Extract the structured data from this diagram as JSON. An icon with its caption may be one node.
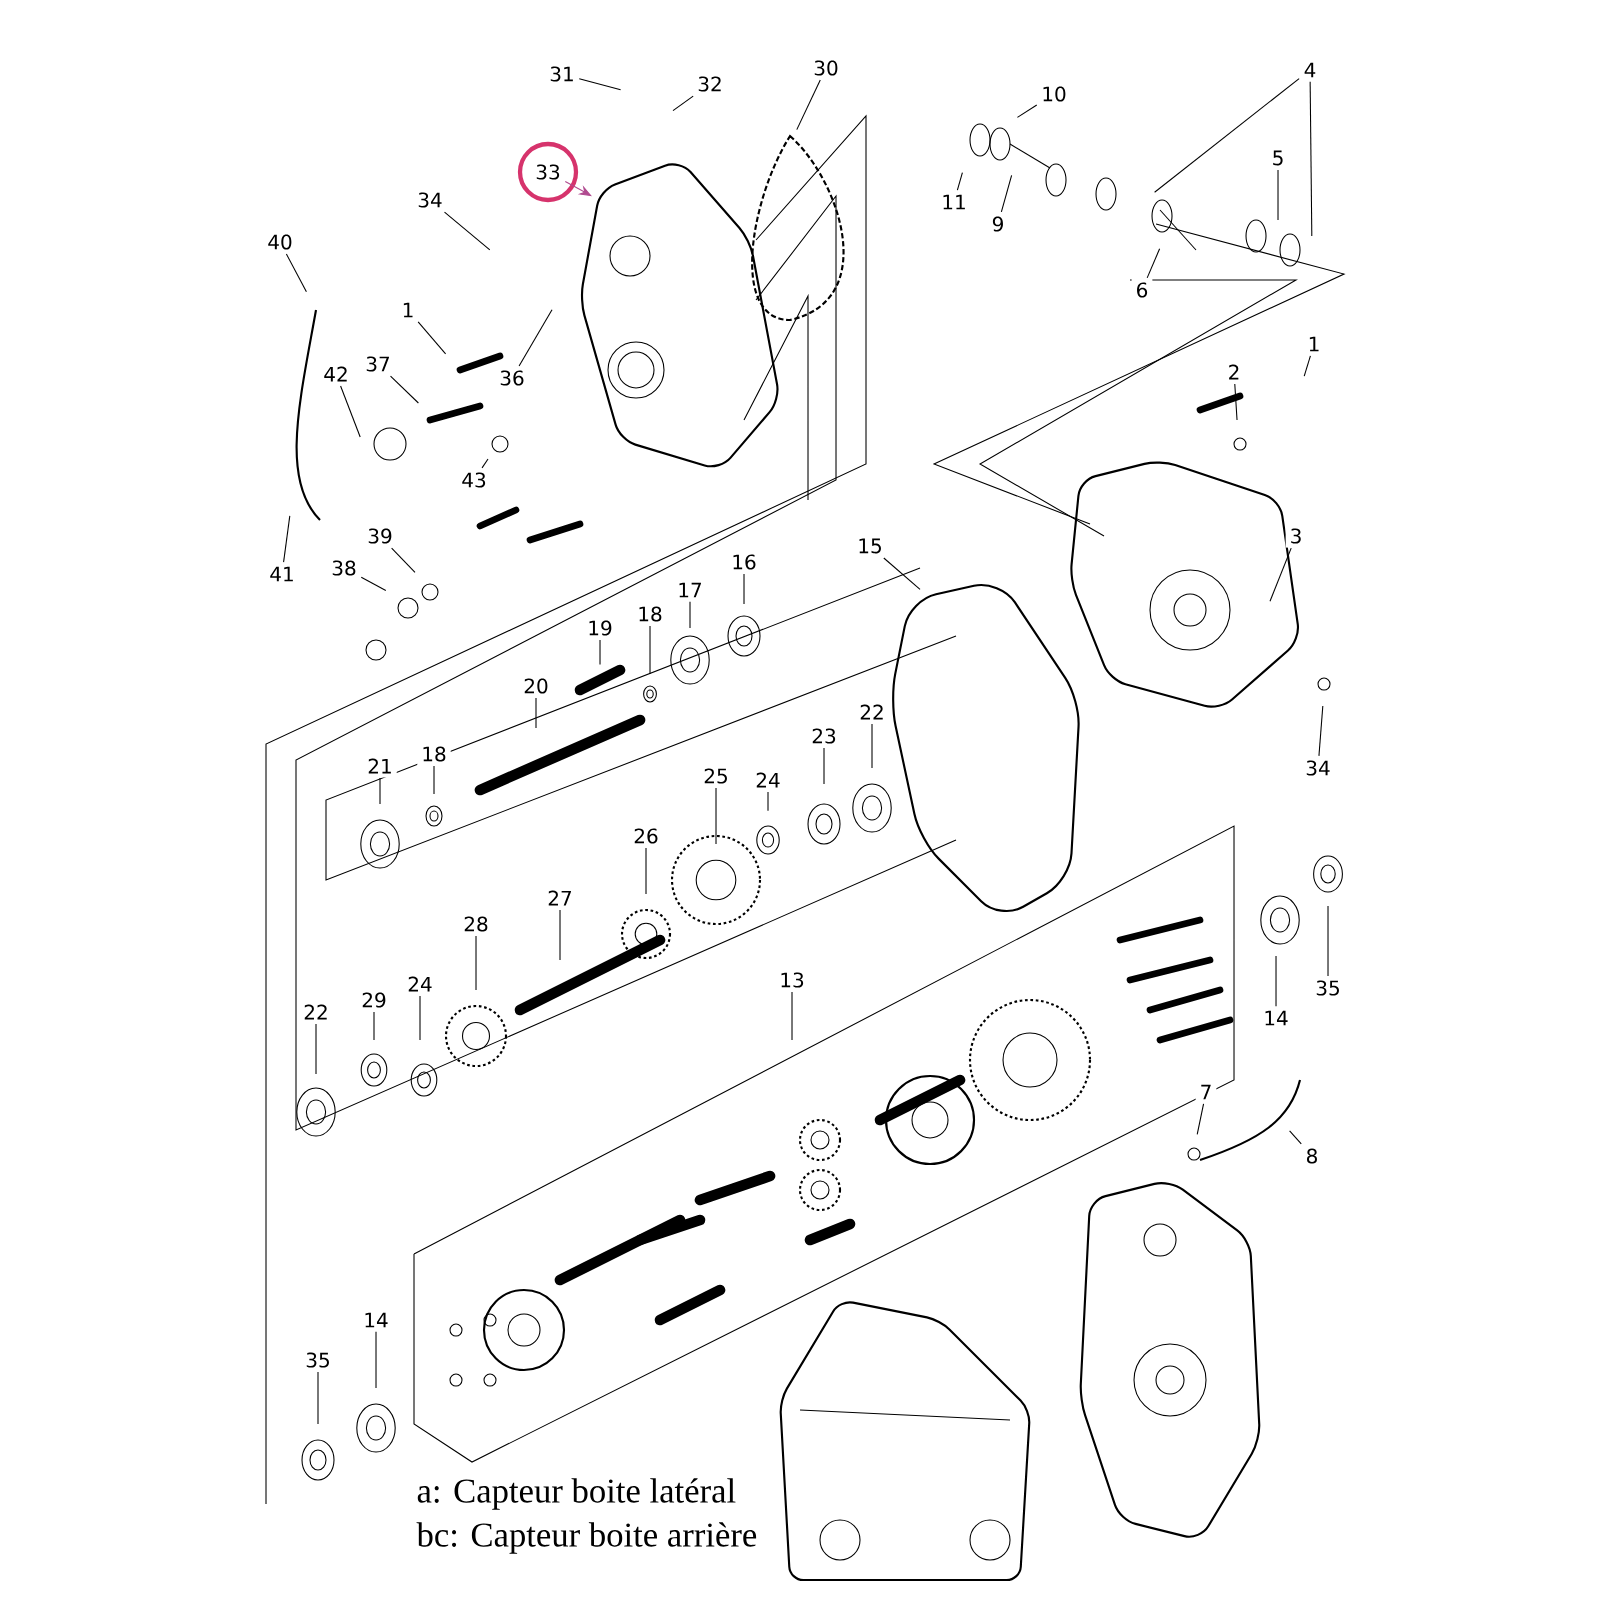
{
  "diagram": {
    "nodes": [
      {
        "text": [
          "31"
        ]
      },
      {
        "text": [
          "32"
        ]
      },
      {
        "text": [
          "30"
        ]
      },
      {
        "text": [
          "10"
        ]
      },
      {
        "text": [
          "4"
        ]
      },
      {
        "text": [
          "33"
        ]
      },
      {
        "text": [
          "11"
        ]
      },
      {
        "text": [
          "5"
        ]
      },
      {
        "text": [
          "9"
        ]
      },
      {
        "text": [
          "34"
        ]
      },
      {
        "text": [
          "6"
        ]
      },
      {
        "text": [
          "40"
        ]
      },
      {
        "text": [
          "36"
        ]
      },
      {
        "text": [
          "1"
        ]
      },
      {
        "text": [
          "37"
        ]
      },
      {
        "text": [
          "42"
        ]
      },
      {
        "text": [
          "2"
        ]
      },
      {
        "text": [
          "1"
        ]
      },
      {
        "text": [
          "43"
        ]
      },
      {
        "text": [
          "39"
        ]
      },
      {
        "text": [
          "41"
        ]
      },
      {
        "text": [
          "38"
        ]
      },
      {
        "text": [
          "15"
        ]
      },
      {
        "text": [
          "16"
        ]
      },
      {
        "text": [
          "17"
        ]
      },
      {
        "text": [
          "18"
        ]
      },
      {
        "text": [
          "19"
        ]
      },
      {
        "text": [
          "3"
        ]
      },
      {
        "text": [
          "20"
        ]
      },
      {
        "text": [
          "18"
        ]
      },
      {
        "text": [
          "21"
        ]
      },
      {
        "text": [
          "22"
        ]
      },
      {
        "text": [
          "23"
        ]
      },
      {
        "text": [
          "24"
        ]
      },
      {
        "text": [
          "25"
        ]
      },
      {
        "text": [
          "26"
        ]
      },
      {
        "text": [
          "27"
        ]
      },
      {
        "text": [
          "28"
        ]
      },
      {
        "text": [
          "13"
        ]
      },
      {
        "text": [
          "22"
        ]
      },
      {
        "text": [
          "29"
        ]
      },
      {
        "text": [
          "24"
        ]
      },
      {
        "text": [
          "34"
        ]
      },
      {
        "text": [
          "14"
        ]
      },
      {
        "text": [
          "35"
        ]
      },
      {
        "text": [
          "7"
        ]
      },
      {
        "text": [
          "8"
        ]
      },
      {
        "text": [
          "35"
        ]
      },
      {
        "text": [
          "14"
        ]
      }
    ],
    "edges": [
      {
        "from": 0,
        "to": null,
        "arrow": "none"
      },
      {
        "from": 1,
        "to": null,
        "arrow": "none"
      },
      {
        "from": 2,
        "to": null,
        "arrow": "none"
      },
      {
        "from": 3,
        "to": null,
        "arrow": "none"
      },
      {
        "from": 4,
        "to": null,
        "arrow": "none"
      },
      {
        "from": 4,
        "to": null,
        "arrow": "none"
      },
      {
        "from": 5,
        "to": null,
        "arrow": "to",
        "color": "#b04a8f"
      },
      {
        "from": 6,
        "to": null,
        "arrow": "none"
      },
      {
        "from": 7,
        "to": null,
        "arrow": "none"
      },
      {
        "from": 8,
        "to": null,
        "arrow": "none"
      },
      {
        "from": 9,
        "to": null,
        "arrow": "none"
      },
      {
        "from": 10,
        "to": null,
        "arrow": "none"
      },
      {
        "from": 11,
        "to": null,
        "arrow": "none"
      },
      {
        "from": 12,
        "to": null,
        "arrow": "none"
      },
      {
        "from": 13,
        "to": null,
        "arrow": "none"
      },
      {
        "from": 14,
        "to": null,
        "arrow": "none"
      },
      {
        "from": 15,
        "to": null,
        "arrow": "none"
      },
      {
        "from": 16,
        "to": null,
        "arrow": "none"
      },
      {
        "from": 17,
        "to": null,
        "arrow": "none"
      },
      {
        "from": 18,
        "to": null,
        "arrow": "none"
      },
      {
        "from": 19,
        "to": null,
        "arrow": "none"
      },
      {
        "from": 20,
        "to": null,
        "arrow": "none"
      },
      {
        "from": 21,
        "to": null,
        "arrow": "none"
      },
      {
        "from": 22,
        "to": null,
        "arrow": "none"
      },
      {
        "from": 23,
        "to": null,
        "arrow": "none"
      },
      {
        "from": 24,
        "to": null,
        "arrow": "none"
      },
      {
        "from": 25,
        "to": null,
        "arrow": "none"
      },
      {
        "from": 26,
        "to": null,
        "arrow": "none"
      },
      {
        "from": 27,
        "to": null,
        "arrow": "none"
      },
      {
        "from": 28,
        "to": null,
        "arrow": "none"
      },
      {
        "from": 29,
        "to": null,
        "arrow": "none"
      },
      {
        "from": 30,
        "to": null,
        "arrow": "none"
      },
      {
        "from": 31,
        "to": null,
        "arrow": "none"
      },
      {
        "from": 32,
        "to": null,
        "arrow": "none"
      },
      {
        "from": 33,
        "to": null,
        "arrow": "none"
      },
      {
        "from": 34,
        "to": null,
        "arrow": "none"
      },
      {
        "from": 35,
        "to": null,
        "arrow": "none"
      },
      {
        "from": 36,
        "to": null,
        "arrow": "none"
      },
      {
        "from": 37,
        "to": null,
        "arrow": "none"
      },
      {
        "from": 38,
        "to": null,
        "arrow": "none"
      },
      {
        "from": 39,
        "to": null,
        "arrow": "none"
      },
      {
        "from": 40,
        "to": null,
        "arrow": "none"
      },
      {
        "from": 41,
        "to": null,
        "arrow": "none"
      },
      {
        "from": 42,
        "to": null,
        "arrow": "none"
      },
      {
        "from": 43,
        "to": null,
        "arrow": "none"
      },
      {
        "from": 44,
        "to": null,
        "arrow": "none"
      },
      {
        "from": 45,
        "to": null,
        "arrow": "none"
      },
      {
        "from": 46,
        "to": null,
        "arrow": "none"
      },
      {
        "from": 47,
        "to": null,
        "arrow": "none"
      },
      {
        "from": 48,
        "to": null,
        "arrow": "none"
      }
    ],
    "labels": [
      "a: Capteur boite latéral",
      "bc: Capteur boite arrière"
    ]
  }
}
